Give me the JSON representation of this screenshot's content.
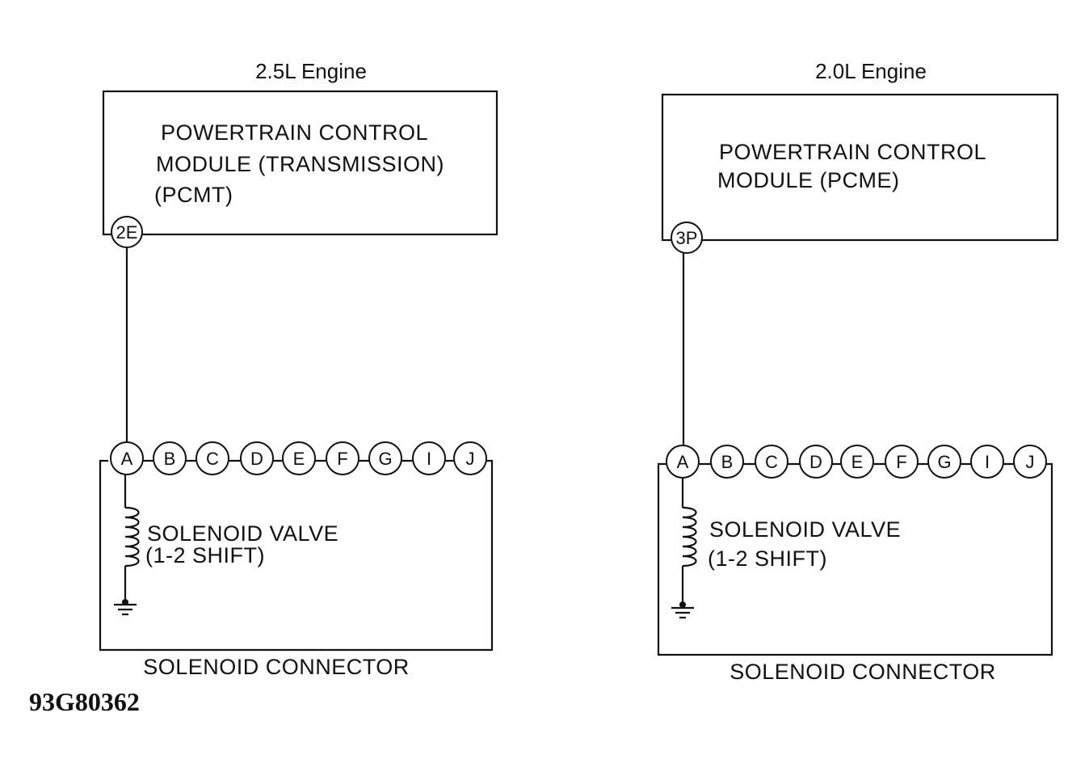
{
  "figure_code": "93G80362",
  "left": {
    "engine_label": "2.5L Engine",
    "module_lines": [
      "POWERTRAIN CONTROL",
      "MODULE (TRANSMISSION)",
      "(PCMT)"
    ],
    "module_pin": "2E",
    "connector_pins": [
      "A",
      "B",
      "C",
      "D",
      "E",
      "F",
      "G",
      "I",
      "J"
    ],
    "solenoid_lines": [
      "SOLENOID VALVE",
      "(1-2 SHIFT)"
    ],
    "connector_label": "SOLENOID CONNECTOR"
  },
  "right": {
    "engine_label": "2.0L Engine",
    "module_lines": [
      "POWERTRAIN CONTROL",
      "MODULE (PCME)"
    ],
    "module_pin": "3P",
    "connector_pins": [
      "A",
      "B",
      "C",
      "D",
      "E",
      "F",
      "G",
      "I",
      "J"
    ],
    "solenoid_lines": [
      "SOLENOID VALVE",
      "(1-2 SHIFT)"
    ],
    "connector_label": "SOLENOID CONNECTOR"
  }
}
